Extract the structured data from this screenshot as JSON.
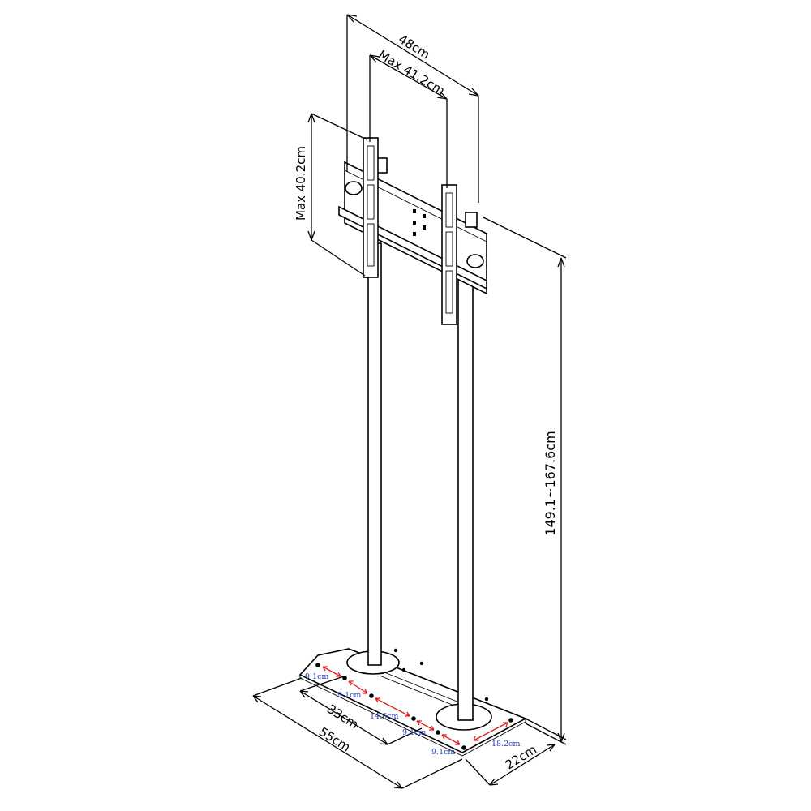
{
  "dimensions": {
    "overall_width": "48cm",
    "max_vesa_width": "Max 41.2cm",
    "max_vesa_height": "Max 40.2cm",
    "height_range": "149.1~167.6cm",
    "base_inner": "33cm",
    "base_length": "55cm",
    "base_depth": "22cm"
  },
  "base_holes": {
    "a": "9.1cm",
    "b": "9.1cm",
    "c": "14.6cm",
    "d": "9.1cm",
    "e": "9.1cm",
    "f": "18.2cm"
  },
  "colors": {
    "line": "#000000",
    "hole_arrow": "#e02020",
    "hole_label": "#1f3fbf"
  }
}
